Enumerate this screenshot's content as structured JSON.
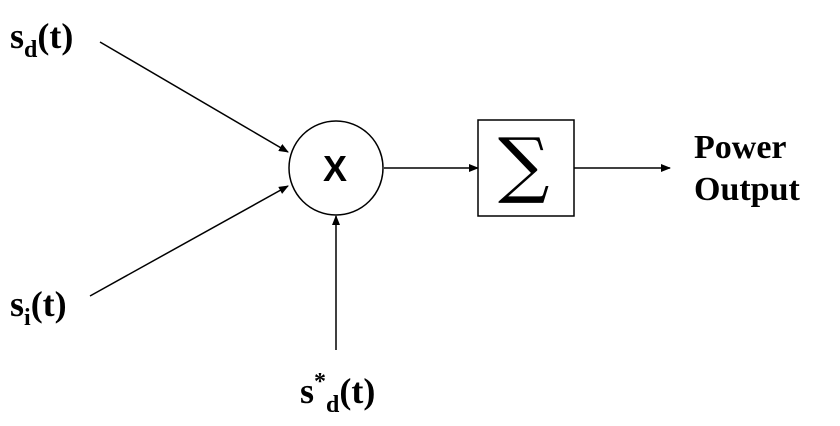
{
  "inputs": {
    "desired": {
      "base": "s",
      "sub": "d",
      "suffix": "(t)"
    },
    "interference": {
      "base": "s",
      "sub": "i",
      "suffix": "(t)"
    },
    "reference": {
      "base": "s",
      "sup": "*",
      "sub": "d",
      "suffix": "(t)"
    }
  },
  "multiplier": {
    "symbol": "X"
  },
  "summer": {
    "symbol": "∑"
  },
  "output": {
    "line1": "Power",
    "line2": "Output"
  }
}
